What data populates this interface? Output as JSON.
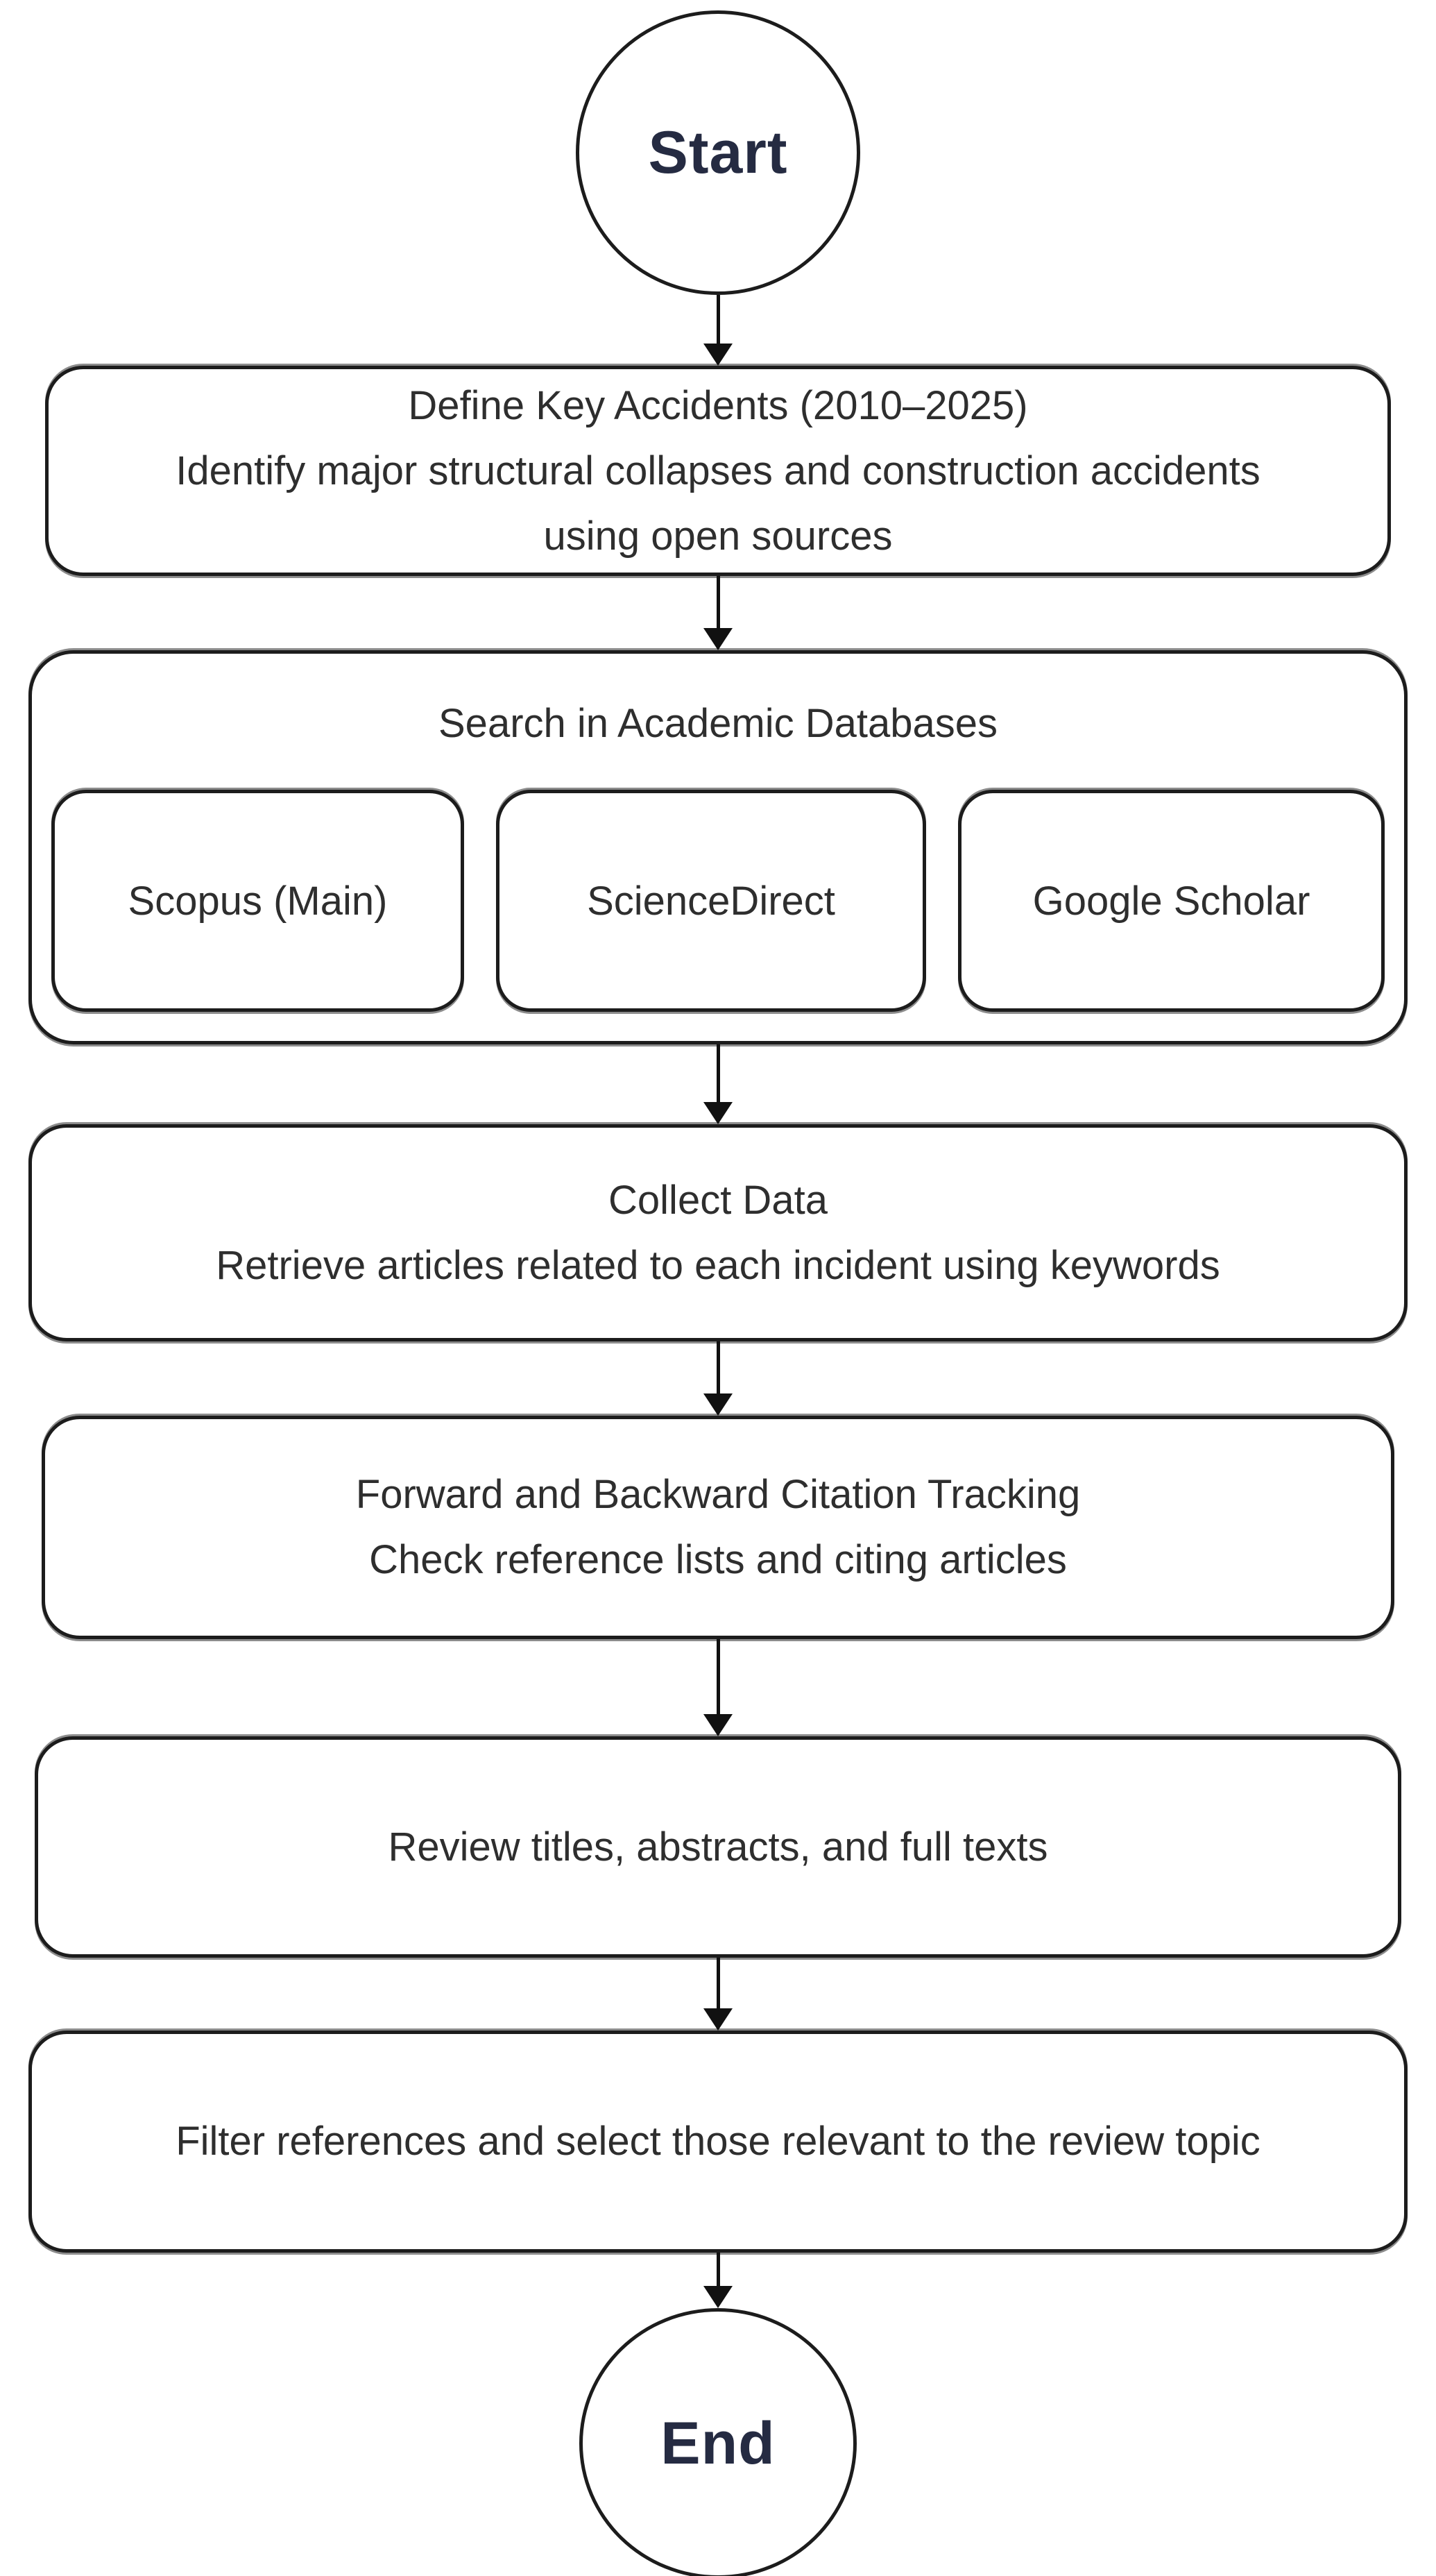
{
  "diagram": {
    "start_label": "Start",
    "end_label": "End",
    "nodes": {
      "define": {
        "line1": "Define Key Accidents (2010–2025)",
        "line2": "Identify major structural collapses and construction accidents",
        "line3": "using open sources"
      },
      "search": {
        "title": "Search in Academic Databases",
        "databases": [
          "Scopus (Main)",
          "ScienceDirect",
          "Google Scholar"
        ]
      },
      "collect": {
        "line1": "Collect Data",
        "line2": "Retrieve articles related to each incident using keywords"
      },
      "citation": {
        "line1": "Forward and Backward Citation Tracking",
        "line2": "Check reference lists and citing articles"
      },
      "review": {
        "line1": "Review titles, abstracts, and full texts"
      },
      "filter": {
        "line1": "Filter references and select those relevant to the review topic"
      }
    },
    "colors": {
      "stroke": "#1c1c1c",
      "text": "#2e2e2e",
      "terminal_text": "#252b42",
      "background": "#ffffff"
    }
  }
}
